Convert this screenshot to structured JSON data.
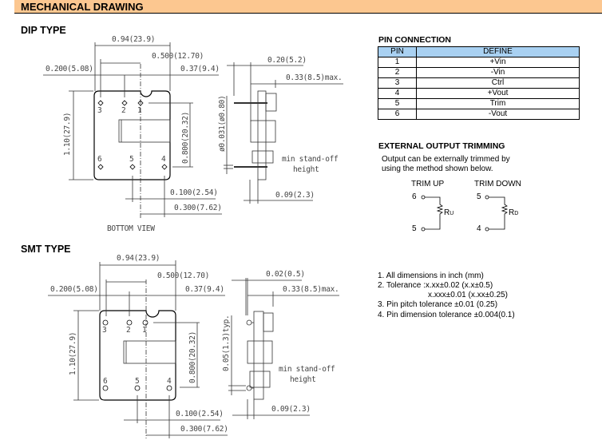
{
  "header": {
    "title": "MECHANICAL DRAWING"
  },
  "dip": {
    "title": "DIP TYPE",
    "dims": {
      "w": "0.94(23.9)",
      "pitch500": "0.500(12.70)",
      "d200": "0.200(5.08)",
      "d37": "0.37(9.4)",
      "h": "1.10(27.9)",
      "d800": "0.800(20.32)",
      "d100": "0.100(2.54)",
      "d300": "0.300(7.62)",
      "side20": "0.20(5.2)",
      "side33": "0.33(8.5)max.",
      "pin_dia": "ø0.031(ø0.80)",
      "side09": "0.09(2.3)"
    },
    "standoff": [
      "min stand-off",
      "height"
    ],
    "view_label": "BOTTOM VIEW",
    "pins": [
      "3",
      "2",
      "1",
      "6",
      "5",
      "4"
    ]
  },
  "smt": {
    "title": "SMT TYPE",
    "dims": {
      "w": "0.94(23.9)",
      "pitch500": "0.500(12.70)",
      "d200": "0.200(5.08)",
      "d37": "0.37(9.4)",
      "h": "1.10(27.9)",
      "d800": "0.800(20.32)",
      "d100": "0.100(2.54)",
      "d300": "0.300(7.62)",
      "side02": "0.02(0.5)",
      "side33": "0.33(8.5)max.",
      "pad": "0.05(1.3)typ.",
      "side09": "0.09(2.3)"
    },
    "standoff": [
      "min stand-off",
      "height"
    ],
    "pins": [
      "3",
      "2",
      "1",
      "6",
      "5",
      "4"
    ]
  },
  "pin_connection": {
    "title": "PIN CONNECTION",
    "headers": [
      "PIN",
      "DEFINE"
    ],
    "rows": [
      [
        "1",
        "+Vin"
      ],
      [
        "2",
        "-Vin"
      ],
      [
        "3",
        "Ctrl"
      ],
      [
        "4",
        "+Vout"
      ],
      [
        "5",
        "Trim"
      ],
      [
        "6",
        "-Vout"
      ]
    ],
    "header_color": "#a9d1f2"
  },
  "trimming": {
    "title": "EXTERNAL OUTPUT TRIMMING",
    "desc": [
      "Output can be externally trimmed by",
      "using the method shown below."
    ],
    "up": {
      "label": "TRIM UP",
      "top": "6",
      "bottom": "5",
      "res": "R",
      "sub": "U"
    },
    "down": {
      "label": "TRIM DOWN",
      "top": "5",
      "bottom": "4",
      "res": "R",
      "sub": "D"
    }
  },
  "notes": [
    "1. All dimensions in inch (mm)",
    "2. Tolerance :x.xx±0.02 (x.x±0.5)",
    "x.xxx±0.01 (x.xx±0.25)",
    "3. Pin pitch tolerance ±0.01 (0.25)",
    "4. Pin dimension tolerance ±0.004(0.1)"
  ]
}
